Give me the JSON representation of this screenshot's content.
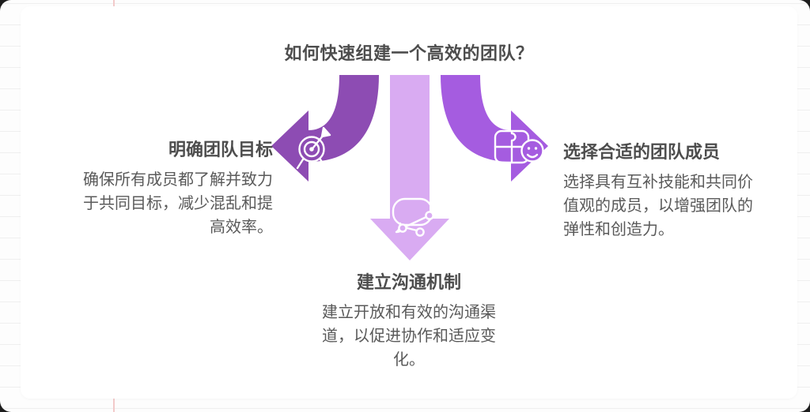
{
  "title": "如何快速组建一个高效的团队？",
  "branches": {
    "goal": {
      "heading": "明确团队目标",
      "body": "确保所有成员都了解并致力于共同目标，减少混乱和提高效率。",
      "icon": "target-goal-icon",
      "direction": "left"
    },
    "communication": {
      "heading": "建立沟通机制",
      "body": "建立开放和有效的沟通渠道，以促进协作和适应变化。",
      "icon": "speech-bubble-share-icon",
      "direction": "down"
    },
    "members": {
      "heading": "选择合适的团队成员",
      "body": "选择具有互补技能和共同价值观的成员，以增强团队的弹性和创造力。",
      "icon": "puzzle-smiley-icon",
      "direction": "right"
    }
  },
  "colors": {
    "arrow_left": "#8d4cb3",
    "arrow_down": "#d9abf2",
    "arrow_right": "#a55ce0",
    "heading_text": "#4d4d4d",
    "body_text": "#5a5a5a",
    "paper_line": "#efefef",
    "margin_line": "#f2caca"
  }
}
